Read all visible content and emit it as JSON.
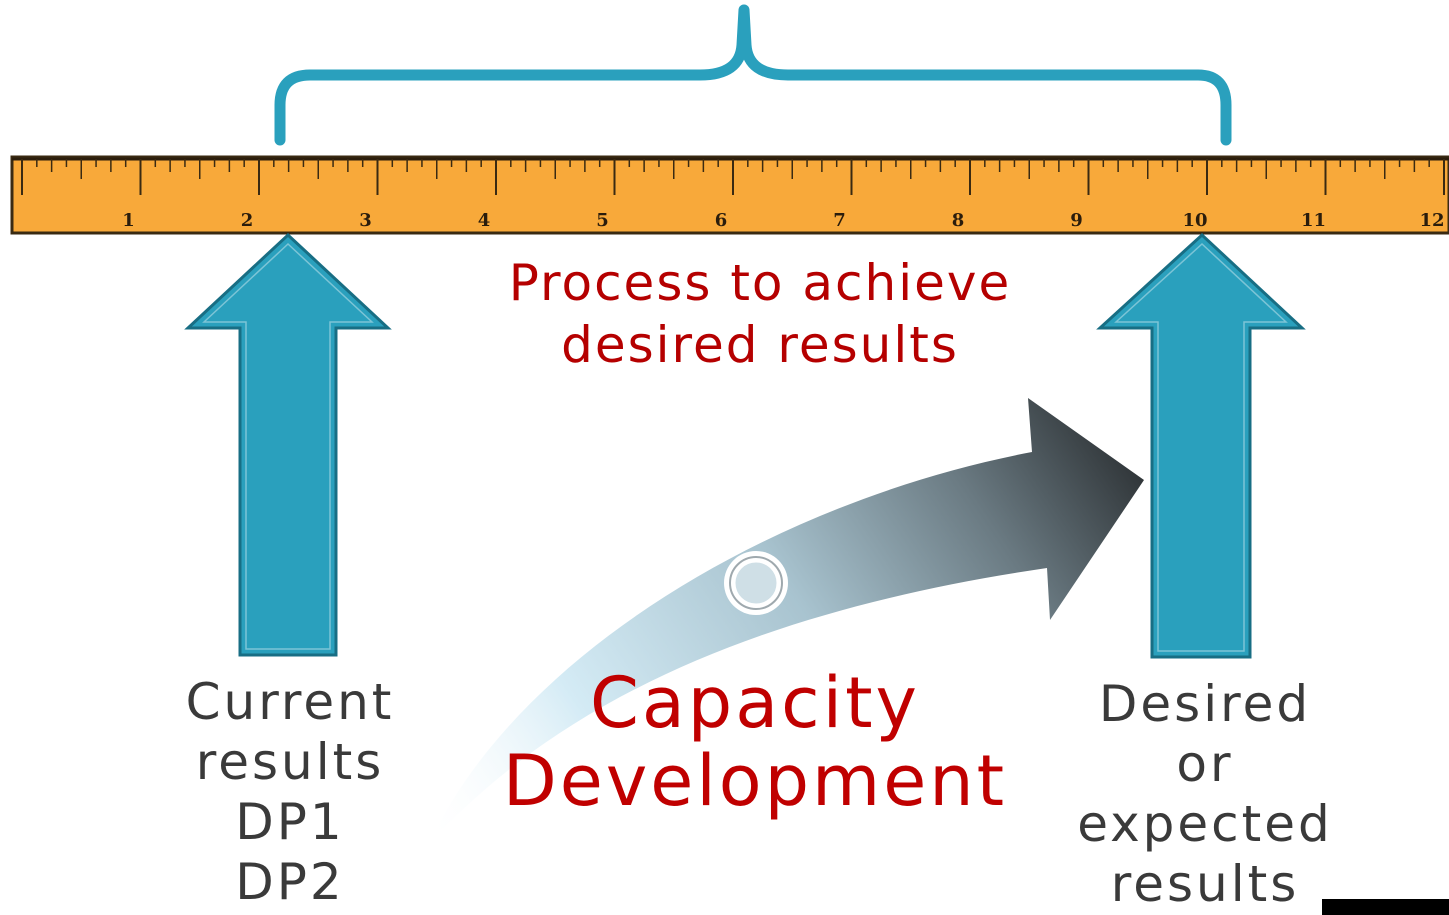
{
  "diagram": {
    "ruler": {
      "numbers": [
        "1",
        "2",
        "3",
        "4",
        "5",
        "6",
        "7",
        "8",
        "9",
        "10",
        "11",
        "12"
      ]
    },
    "process_label": [
      "Process to achieve",
      "desired results"
    ],
    "capacity_label": [
      "Capacity",
      "Development"
    ],
    "current_label": [
      "Current",
      "results",
      "DP1",
      "DP2"
    ],
    "desired_label": [
      "Desired",
      "or",
      "expected",
      "results"
    ],
    "colors": {
      "ruler_fill": "#f8a93a",
      "ruler_border": "#3a2a12",
      "arrow_fill": "#2aa0bd",
      "arrow_stroke": "#186e84",
      "brace": "#2aa0bd",
      "process_text": "#b50000",
      "capacity_text": "#c00000",
      "body_text": "#3a3a3a"
    },
    "icons": [
      "up-arrow-left-icon",
      "up-arrow-right-icon",
      "curved-arrow-icon",
      "ring-icon",
      "curly-brace-icon"
    ]
  }
}
